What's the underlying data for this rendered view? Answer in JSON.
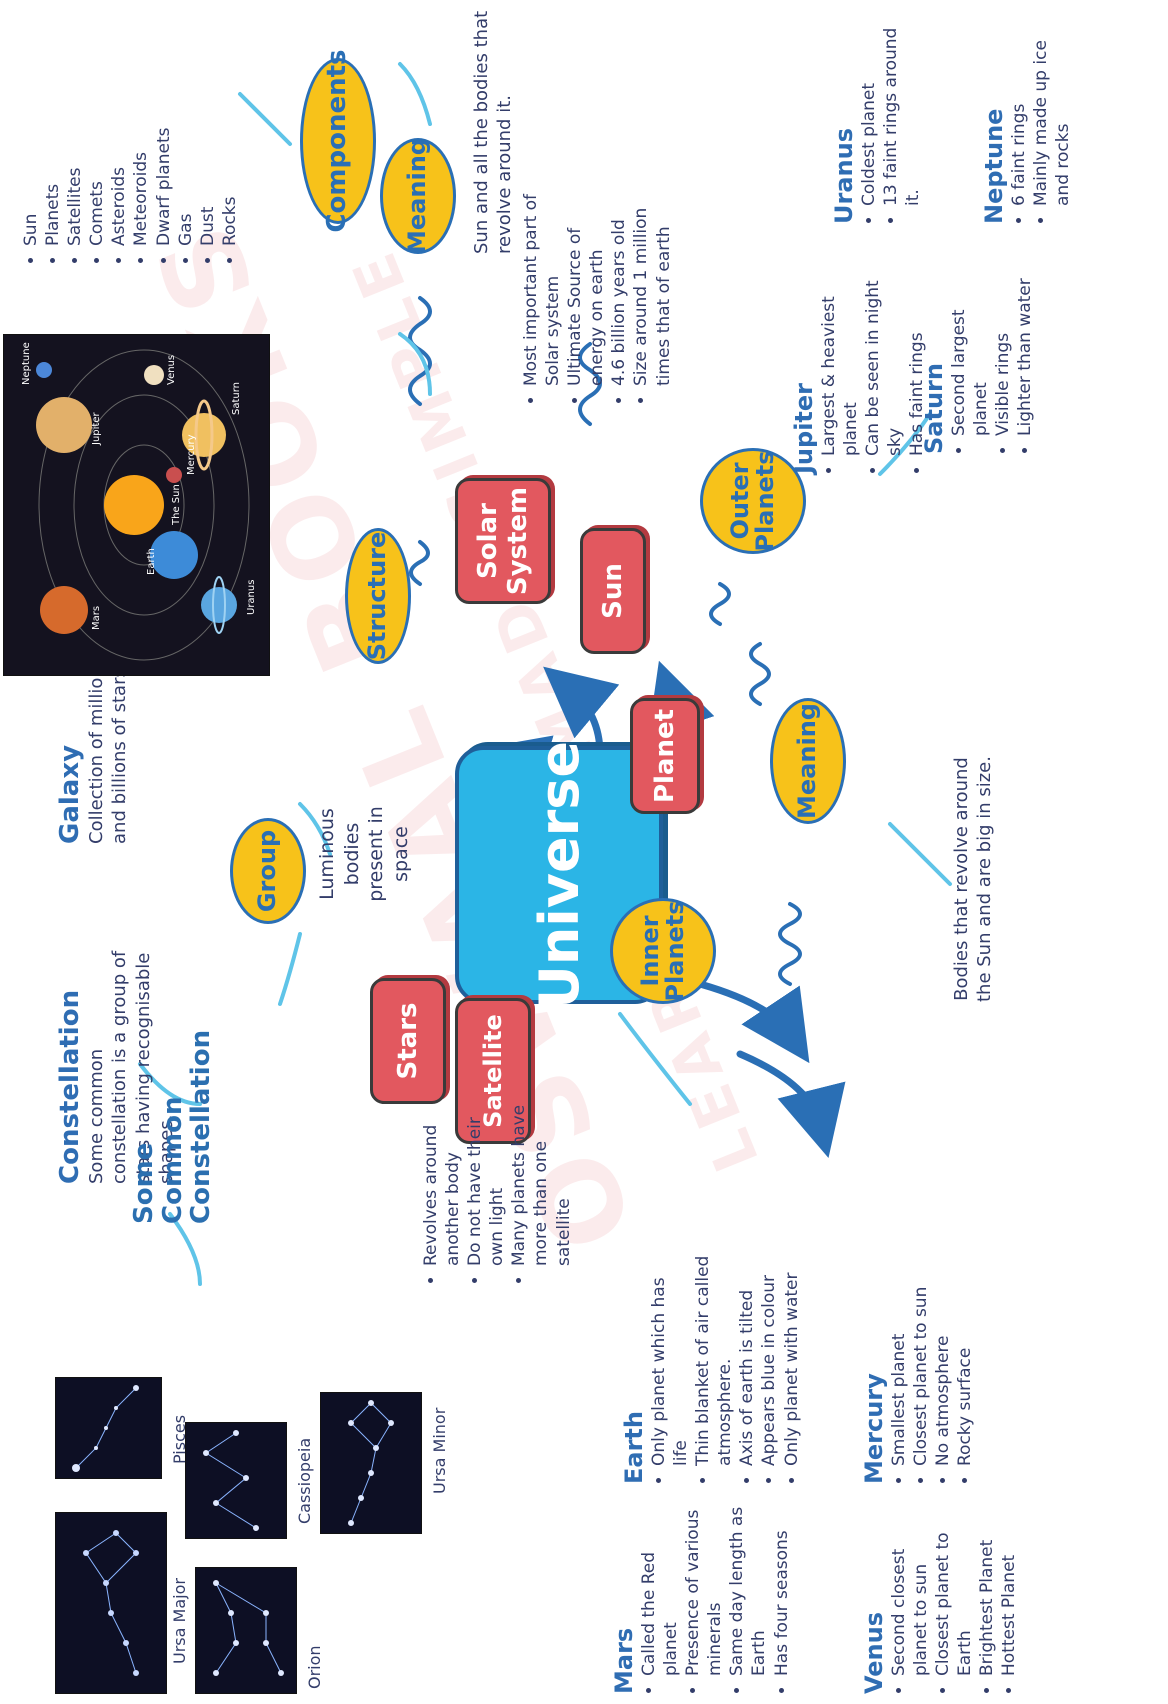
{
  "center": "Universe",
  "categories": {
    "stars": "Stars",
    "satellite": "Satellite",
    "solar_system": "Solar System",
    "sun": "Sun",
    "planet": "Planet"
  },
  "bubbles": {
    "group": "Group",
    "structure": "Structure",
    "components": "Components",
    "solar_meaning": "Meaning",
    "outer_planets": "Outer Planets",
    "inner_planets": "Inner Planets",
    "planet_meaning": "Meaning"
  },
  "stars_note": "Luminous bodies present in space",
  "galaxy": {
    "title": "Galaxy",
    "desc": "Collection of millions and billions of stars."
  },
  "constellation": {
    "title": "Constellation",
    "desc": "Some common constellation is a group of stars having recognisable shapes."
  },
  "some_common": "Some Common Constellation",
  "constellation_photos": [
    "Ursa Major",
    "Pisces",
    "Cassiopeia",
    "Orion",
    "Ursa Minor"
  ],
  "satellite_points": [
    "Revolves around another body",
    "Do not have their own light",
    "Many planets have more than one satellite"
  ],
  "components_list": [
    "Sun",
    "Planets",
    "Satellites",
    "Comets",
    "Asteroids",
    "Meteoroids",
    "Dwarf planets",
    "Gas",
    "Dust",
    "Rocks"
  ],
  "solar_meaning_text": "Sun and all the bodies that revolve around it.",
  "sun_points": [
    "Most important part of Solar system",
    "Ultimate Source of energy on earth",
    "4.6 billion years old",
    "Size around 1 million times that of earth"
  ],
  "planet_meaning_text": "Bodies that revolve around the Sun and are big in size.",
  "outer": {
    "jupiter": {
      "title": "Jupiter",
      "points": [
        "Largest & heaviest planet",
        "Can be seen in night sky",
        "Has faint rings"
      ]
    },
    "saturn": {
      "title": "Saturn",
      "points": [
        "Second largest planet",
        "Visible rings",
        "Lighter than water"
      ]
    },
    "uranus": {
      "title": "Uranus",
      "points": [
        "Coldest planet",
        "13 faint rings around it."
      ]
    },
    "neptune": {
      "title": "Neptune",
      "points": [
        "6 faint rings",
        "Mainly made up ice and rocks"
      ]
    }
  },
  "inner": {
    "earth": {
      "title": "Earth",
      "points": [
        "Only planet which has life",
        "Thin blanket of air called atmosphere.",
        "Axis of earth is tilted",
        "Appears blue in colour",
        "Only planet with water"
      ]
    },
    "mercury": {
      "title": "Mercury",
      "points": [
        "Smallest planet",
        "Closest planet to sun",
        "No atmosphere",
        "Rocky surface"
      ]
    },
    "mars": {
      "title": "Mars",
      "points": [
        "Called the Red planet",
        "Presence of various minerals",
        "Same day length as Earth",
        "Has four seasons"
      ]
    },
    "venus": {
      "title": "Venus",
      "points": [
        "Second closest planet to sun",
        "Closest planet to Earth",
        "Brightest Planet",
        "Hottest Planet"
      ]
    }
  },
  "solar_image_labels": [
    "Neptune",
    "Saturn",
    "Mercury",
    "Venus",
    "The Sun",
    "Earth",
    "Jupiter",
    "Mars",
    "Uranus"
  ],
  "watermark_lines": [
    "OSWAAL BOOKS",
    "LEARNING MADE SIMPLE"
  ],
  "colors": {
    "red": "#e2585f",
    "blue": "#2bb5e6",
    "yellow": "#f7c21a",
    "title_blue": "#2f6db3",
    "text": "#333d6a"
  }
}
